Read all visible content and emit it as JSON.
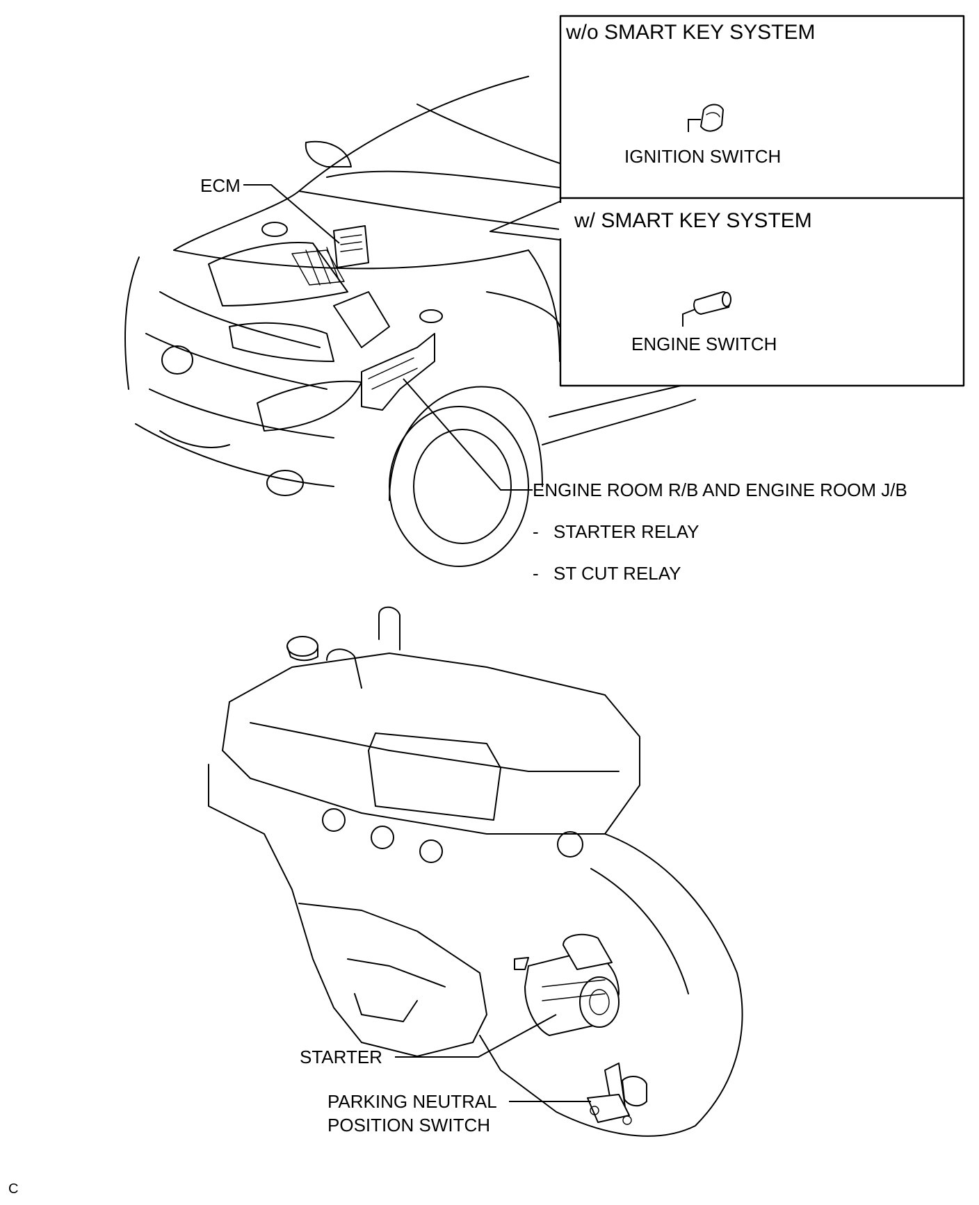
{
  "boxes": {
    "without_smart_key": {
      "title": "w/o SMART KEY SYSTEM",
      "component": "IGNITION SWITCH"
    },
    "with_smart_key": {
      "title": "w/ SMART KEY SYSTEM",
      "component": "ENGINE SWITCH"
    }
  },
  "labels": {
    "ecm": "ECM",
    "engine_room_rb_jb": "ENGINE ROOM R/B AND ENGINE ROOM  J/B",
    "starter_relay": "STARTER RELAY",
    "st_cut_relay": "ST CUT RELAY",
    "starter": "STARTER",
    "pnp_switch_line1": "PARKING NEUTRAL",
    "pnp_switch_line2": "POSITION SWITCH",
    "corner_code": "C"
  },
  "glyphs": {
    "list_dash": "-"
  }
}
